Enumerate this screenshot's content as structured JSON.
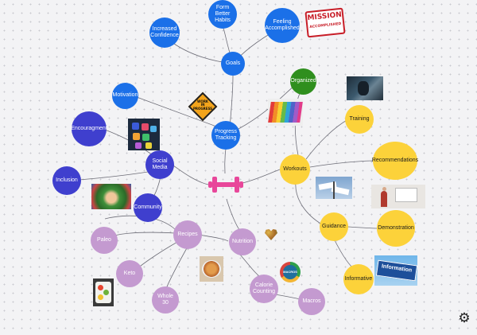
{
  "diagram": {
    "center_icon": "dumbbell-icon",
    "nodes": {
      "goals": "Goals",
      "form_better_habits": "Form\nBetter\nHabits",
      "feeling_accomplished": "Feeling\nAccomplished",
      "increased_confidence": "Increased\nConfidence",
      "motivation": "Motivation",
      "progress_tracking": "Progress\nTracking",
      "organized": "Organized",
      "encouragment": "Encouragment",
      "social_media": "Social\nMedia",
      "inclusion": "Inclusion",
      "community": "Community",
      "workouts": "Workouts",
      "training": "Training",
      "recommendations": "Recommendations",
      "guidance": "Guidance",
      "demonstration": "Demonstration",
      "informative": "Informative",
      "recipes": "Recipes",
      "nutrition": "Nutrition",
      "paleo": "Paleo",
      "keto": "Keto",
      "whole30": "Whole\n30",
      "calorie_counting": "Calorie\nCounting",
      "macros": "Macros"
    },
    "image_text": {
      "mission_line1": "MISSION",
      "mission_line2": "ACCOMPLISHED",
      "work_sign": "WORK\nIN\nPROGRESS",
      "macros_badge": "MACROS",
      "info_sign": "Information"
    }
  },
  "settings": {
    "icon": "gear-icon"
  },
  "colors": {
    "blue": "#1b70e8",
    "indigo": "#3f3fce",
    "green": "#2f8f1e",
    "yellow": "#fcd23a",
    "purple": "#c49ad0",
    "hub": "#e8479a",
    "connector": "#6e6e78"
  }
}
